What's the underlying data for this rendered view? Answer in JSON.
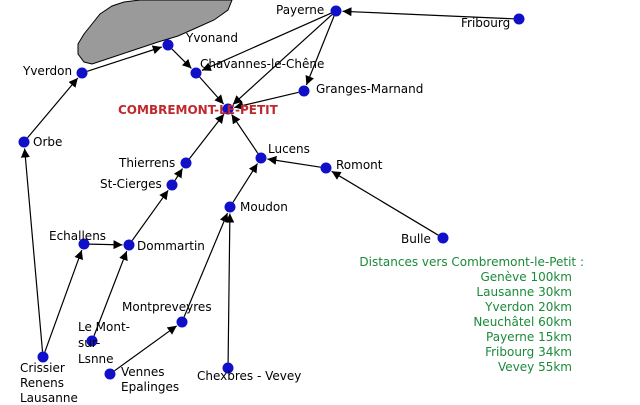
{
  "map": {
    "colors": {
      "background": "#ffffff",
      "route": "#000000",
      "node": "#1010c8",
      "lake_fill": "#9a9a9a",
      "center_label": "#c0282d",
      "legend_text": "#1a8a3a"
    },
    "center": {
      "id": "combremont",
      "label": "COMBREMONT-LE-PETIT"
    },
    "places": [
      {
        "id": "payerne",
        "label": "Payerne"
      },
      {
        "id": "fribourg",
        "label": "Fribourg"
      },
      {
        "id": "yvonand",
        "label": "Yvonand"
      },
      {
        "id": "yverdon",
        "label": "Yverdon"
      },
      {
        "id": "chavannes",
        "label": "Chavannes-le-Chêne"
      },
      {
        "id": "granges",
        "label": "Granges-Marnand"
      },
      {
        "id": "orbe",
        "label": "Orbe"
      },
      {
        "id": "lucens",
        "label": "Lucens"
      },
      {
        "id": "romont",
        "label": "Romont"
      },
      {
        "id": "thierrens",
        "label": "Thierrens"
      },
      {
        "id": "stcierges",
        "label": "St-Cierges"
      },
      {
        "id": "moudon",
        "label": "Moudon"
      },
      {
        "id": "echallens",
        "label": "Echallens"
      },
      {
        "id": "dommartin",
        "label": "Dommartin"
      },
      {
        "id": "bulle",
        "label": "Bulle"
      },
      {
        "id": "montpreveyres",
        "label": "Montpreveyres"
      },
      {
        "id": "lemont",
        "label": "Le Mont-sur-Lsnne",
        "lines": [
          "Le Mont-",
          "sur-",
          "Lsnne"
        ]
      },
      {
        "id": "crissier",
        "label": "Crissier Renens Lausanne",
        "lines": [
          "Crissier",
          "Renens",
          "Lausanne"
        ]
      },
      {
        "id": "vennes",
        "label": "Vennes Epalinges",
        "lines": [
          "Vennes",
          "Epalinges"
        ]
      },
      {
        "id": "chexbres",
        "label": "Chexbres - Vevey"
      }
    ],
    "routes": [
      {
        "from": "fribourg",
        "to": "payerne"
      },
      {
        "from": "payerne",
        "to": "chavannes"
      },
      {
        "from": "payerne",
        "to": "granges"
      },
      {
        "from": "payerne",
        "to": "combremont"
      },
      {
        "from": "yverdon",
        "to": "yvonand"
      },
      {
        "from": "yvonand",
        "to": "chavannes"
      },
      {
        "from": "chavannes",
        "to": "combremont"
      },
      {
        "from": "granges",
        "to": "combremont"
      },
      {
        "from": "orbe",
        "to": "yverdon"
      },
      {
        "from": "crissier",
        "to": "orbe"
      },
      {
        "from": "lucens",
        "to": "combremont"
      },
      {
        "from": "romont",
        "to": "lucens"
      },
      {
        "from": "bulle",
        "to": "romont"
      },
      {
        "from": "moudon",
        "to": "lucens"
      },
      {
        "from": "thierrens",
        "to": "combremont"
      },
      {
        "from": "stcierges",
        "to": "thierrens"
      },
      {
        "from": "dommartin",
        "to": "stcierges"
      },
      {
        "from": "echallens",
        "to": "dommartin"
      },
      {
        "from": "crissier",
        "to": "echallens"
      },
      {
        "from": "lemont",
        "to": "dommartin"
      },
      {
        "from": "vennes",
        "to": "montpreveyres"
      },
      {
        "from": "montpreveyres",
        "to": "moudon"
      },
      {
        "from": "chexbres",
        "to": "moudon"
      }
    ]
  },
  "legend": {
    "title": "Distances vers Combremont-le-Petit :",
    "items": [
      "Genève  100km",
      "Lausanne 30km",
      "Yverdon 20km",
      "Neuchâtel 60km",
      "Payerne 15km",
      "Fribourg 34km",
      "Vevey 55km"
    ]
  }
}
